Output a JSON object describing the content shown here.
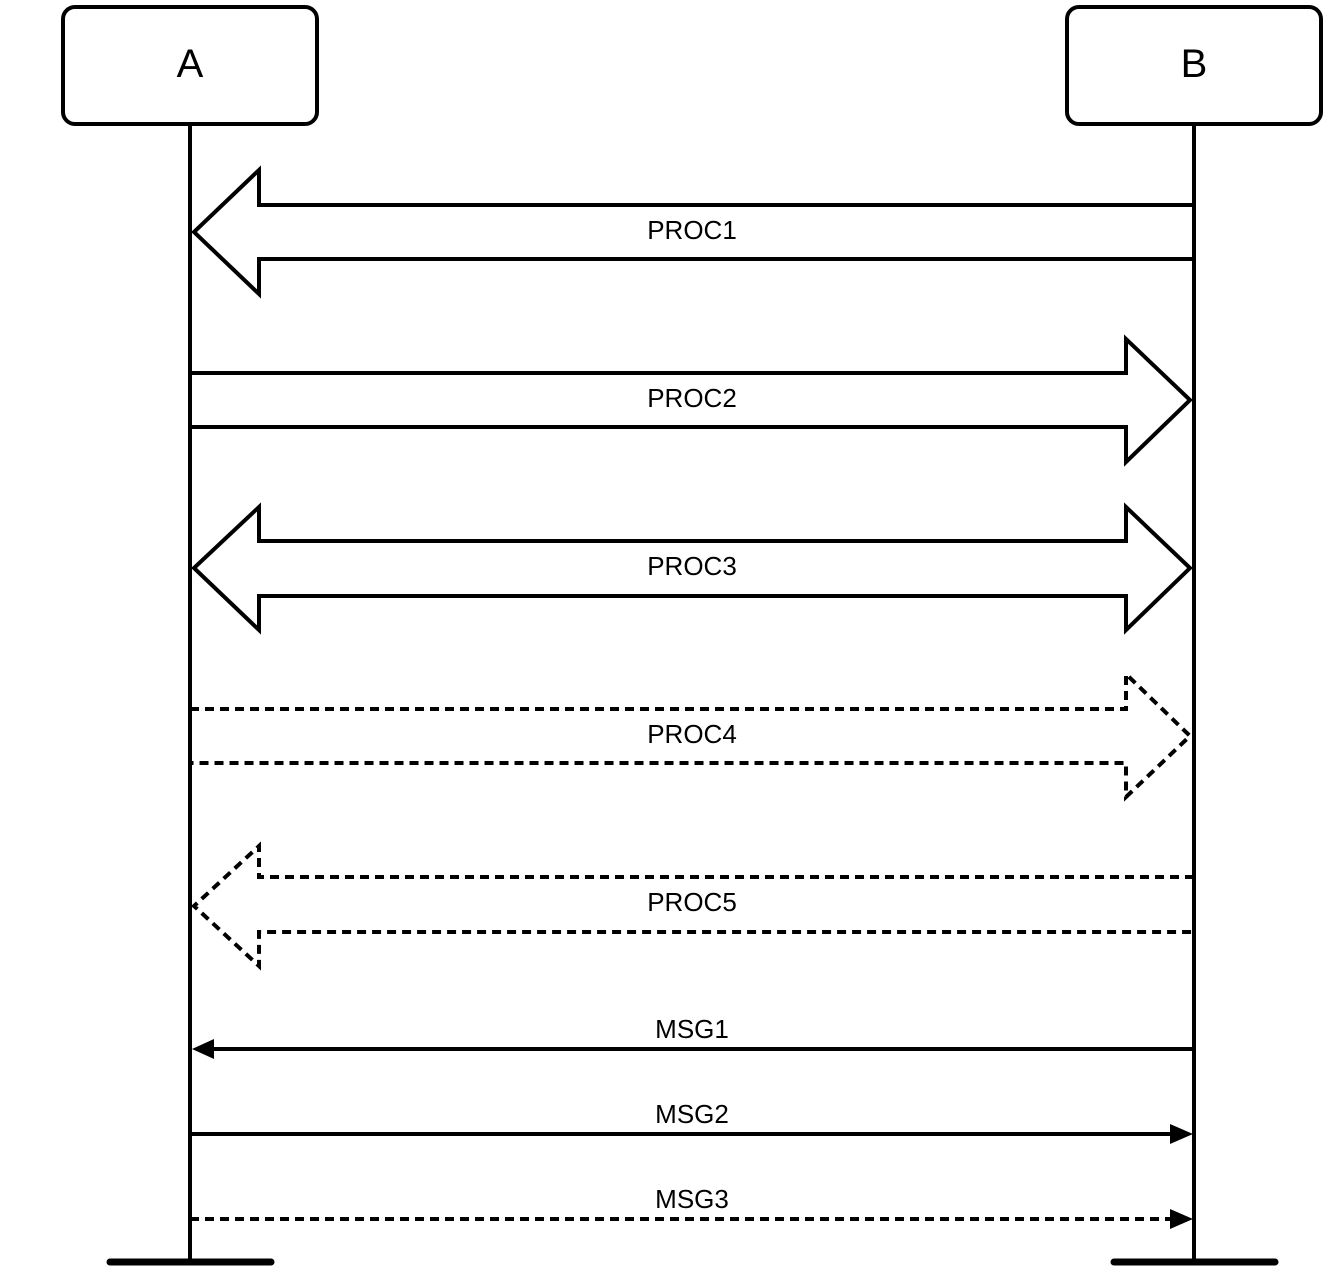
{
  "actors": {
    "a": {
      "name": "A"
    },
    "b": {
      "name": "B"
    }
  },
  "procedures": [
    {
      "label": "PROC1",
      "direction": "B-to-A",
      "style": "solid"
    },
    {
      "label": "PROC2",
      "direction": "A-to-B",
      "style": "solid"
    },
    {
      "label": "PROC3",
      "direction": "bidirectional",
      "style": "solid"
    },
    {
      "label": "PROC4",
      "direction": "A-to-B",
      "style": "dashed"
    },
    {
      "label": "PROC5",
      "direction": "B-to-A",
      "style": "dashed"
    }
  ],
  "messages": [
    {
      "label": "MSG1",
      "direction": "B-to-A",
      "style": "solid"
    },
    {
      "label": "MSG2",
      "direction": "A-to-B",
      "style": "solid"
    },
    {
      "label": "MSG3",
      "direction": "A-to-B",
      "style": "dashed"
    }
  ]
}
